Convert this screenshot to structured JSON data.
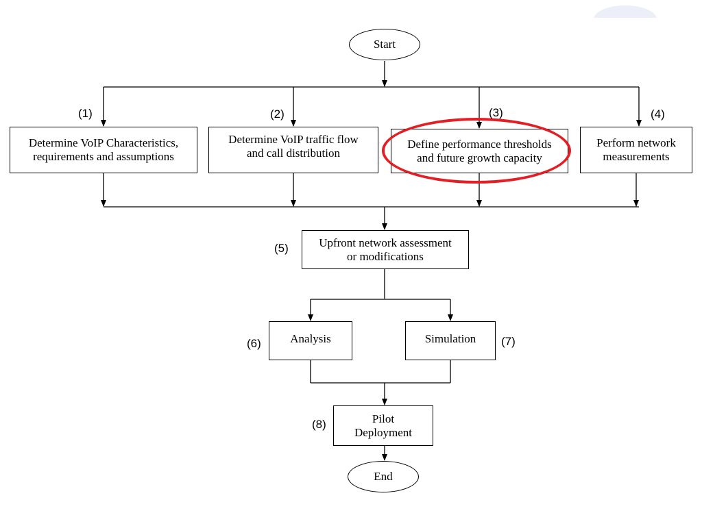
{
  "flowchart": {
    "start": "Start",
    "end": "End",
    "steps": [
      {
        "num": "(1)",
        "text": "Determine VoIP Characteristics,\nrequirements and assumptions"
      },
      {
        "num": "(2)",
        "text": "Determine VoIP traffic flow\nand call distribution"
      },
      {
        "num": "(3)",
        "text": "Define performance thresholds\nand future growth capacity"
      },
      {
        "num": "(4)",
        "text": "Perform network\nmeasurements"
      },
      {
        "num": "(5)",
        "text": "Upfront network assessment\nor modifications"
      },
      {
        "num": "(6)",
        "text": "Analysis"
      },
      {
        "num": "(7)",
        "text": "Simulation"
      },
      {
        "num": "(8)",
        "text": "Pilot\nDeployment"
      }
    ],
    "highlight_color": "#e31e24",
    "highlighted_step": "(3)"
  }
}
